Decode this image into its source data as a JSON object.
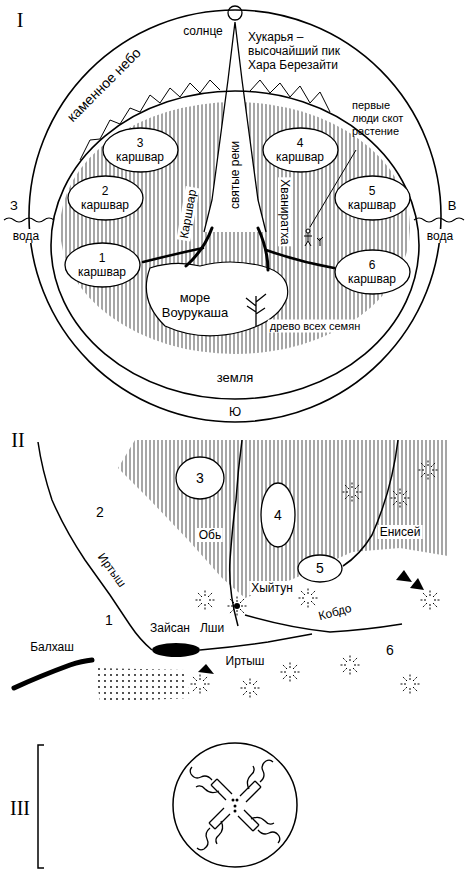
{
  "diagram": {
    "nodes": [
      {
        "text": [
          "каменное небо"
        ]
      },
      {
        "text": [
          "земля"
        ],
        "in": 0
      },
      {
        "text": [
          "3 каршвар"
        ],
        "in": 1
      },
      {
        "text": [
          "4 каршвар"
        ],
        "in": 1
      },
      {
        "text": [
          "2 каршвар"
        ],
        "in": 1
      },
      {
        "text": [
          "5 каршвар"
        ],
        "in": 1
      },
      {
        "text": [
          "1 каршвар"
        ],
        "in": 1
      },
      {
        "text": [
          "6 каршвар"
        ],
        "in": 1
      },
      {
        "text": [
          "3"
        ]
      },
      {
        "text": [
          "4"
        ]
      },
      {
        "text": [
          "5"
        ]
      }
    ],
    "labels": [
      "I",
      "солнце",
      "Хукарья – высочайший пик Хара Березайти",
      "первые люди скот растение",
      "З",
      "вода",
      "В",
      "вода",
      "святые реки",
      "Каршвар",
      "Хваниратха",
      "море Воурукаша",
      "древо всех семян",
      "Ю",
      "II",
      "Обь",
      "Енисей",
      "2",
      "Иртыш",
      "Хыйтун",
      "Кобдо",
      "1",
      "Зайсан",
      "Лши",
      "Иртыш",
      "6",
      "Балхаш",
      "III"
    ]
  }
}
